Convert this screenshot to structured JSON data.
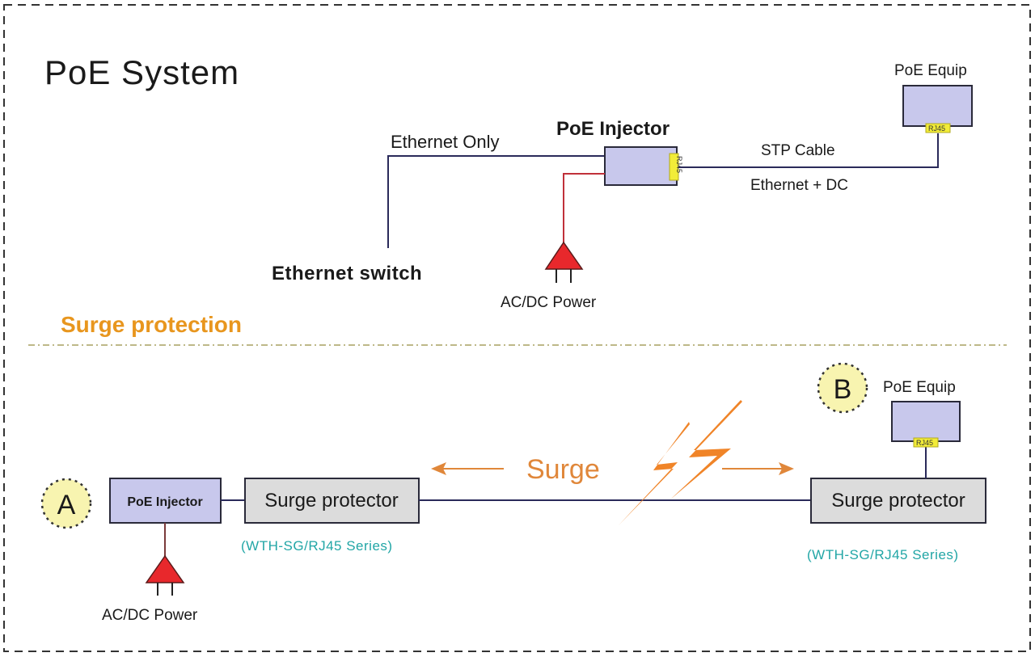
{
  "diagram": {
    "title": "PoE System",
    "top": {
      "ethernet_only_label": "Ethernet Only",
      "poe_injector_label": "PoE Injector",
      "ethernet_switch_label": "Ethernet switch",
      "ac_dc_power_label": "AC/DC Power",
      "stp_cable_label": "STP Cable",
      "ethernet_dc_label": "Ethernet + DC",
      "poe_equip_label": "PoE Equip",
      "rj45_label": "RJ45"
    },
    "section_heading": "Surge protection",
    "bottom": {
      "marker_a": "A",
      "marker_b": "B",
      "poe_injector_label": "PoE Injector",
      "surge_protector_left_label": "Surge protector",
      "surge_protector_right_label": "Surge protector",
      "series_left_label": "(WTH-SG/RJ45 Series)",
      "series_right_label": "(WTH-SG/RJ45 Series)",
      "surge_label": "Surge",
      "ac_dc_power_label": "AC/DC Power",
      "poe_equip_label": "PoE Equip",
      "rj45_label": "RJ45"
    },
    "colors": {
      "device_fill": "#c8c8ec",
      "protector_fill": "#dcdcdc",
      "cable": "#2a2a5a",
      "power_line": "#c0303a",
      "plug": "#e8282c",
      "rj45_tag": "#f2ec38",
      "surge_orange": "#e8822a",
      "heading_orange": "#e8961e",
      "series_teal": "#22a6a6",
      "marker_fill": "#f8f4b0"
    }
  }
}
